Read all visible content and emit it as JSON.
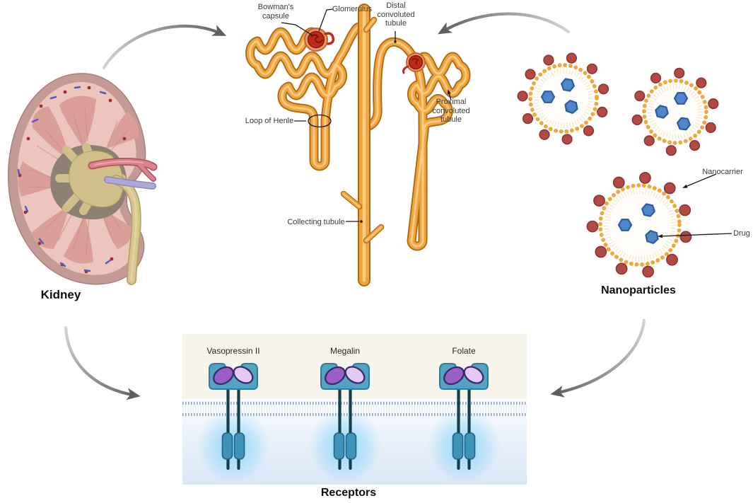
{
  "sections": {
    "kidney": {
      "title": "Kidney"
    },
    "nephron": {
      "labels": {
        "bowmans_capsule": "Bowman's capsule",
        "glomerulus": "Glomerulus",
        "distal": "Distal convoluted tubule",
        "loop_of_henle": "Loop of Henle",
        "proximal": "Proximal convoluted tubule",
        "collecting": "Collecting tubule"
      }
    },
    "nanoparticles": {
      "title": "Nanoparticles",
      "labels": {
        "nanocarrier": "Nanocarrier",
        "drug": "Drug"
      },
      "particles": [
        {
          "ligands": 11,
          "drugs": 3
        },
        {
          "ligands": 10,
          "drugs": 3
        },
        {
          "ligands": 11,
          "drugs": 3
        }
      ]
    },
    "receptors": {
      "title": "Receptors",
      "items": [
        {
          "label": "Vasopressin II"
        },
        {
          "label": "Megalin"
        },
        {
          "label": "Folate"
        }
      ]
    }
  },
  "colors": {
    "tubule_orange": "#f2a43c",
    "tubule_outline": "#ad6a15",
    "glomerulus_red": "#bc2a18",
    "ring_orange": "#efa73e",
    "ring_tail": "#f6e2c2",
    "ligand_red": "#b24a44",
    "ligand_outline": "#8e3330",
    "drug_blue": "#4f86c9",
    "drug_outline": "#2d5c9e",
    "membrane_dot": "#93a7bf",
    "receptor_teal": "#55a3c2",
    "receptor_teal_dark": "#14404e",
    "receptor_blob": "#3f93b8",
    "oval_purple_dark": "#9a5fc4",
    "oval_purple_light": "#e4c9f4",
    "oval_outline": "#3c2a6e",
    "glow_cyan": "#5ac8f5",
    "arrow_gray": "#6e6e6e",
    "panel_cream": "#f7f4ec",
    "panel_blue": "#dce9f7"
  }
}
